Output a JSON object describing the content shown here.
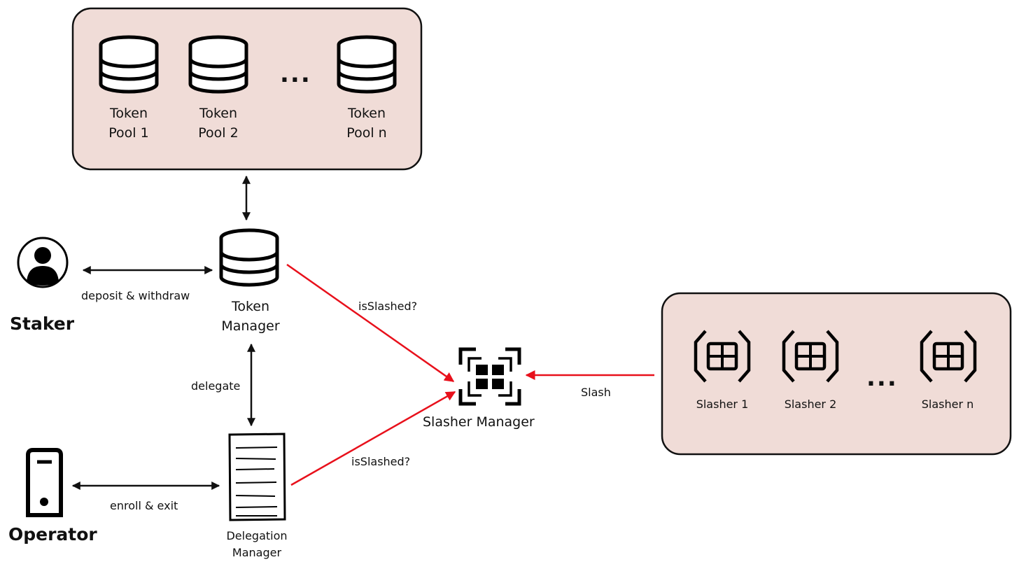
{
  "token_pools": {
    "items": [
      {
        "line1": "Token",
        "line2": "Pool 1"
      },
      {
        "line1": "Token",
        "line2": "Pool 2"
      },
      {
        "line1": "Token",
        "line2": "Pool n"
      }
    ],
    "ellipsis": "...",
    "icon": "database-icon",
    "box_color": "#f0dcd7"
  },
  "staker": {
    "label": "Staker",
    "icon": "user-icon"
  },
  "operator": {
    "label": "Operator",
    "icon": "server-icon"
  },
  "token_manager": {
    "line1": "Token",
    "line2": "Manager",
    "icon": "database-icon"
  },
  "delegation_manager": {
    "line1": "Delegation",
    "line2": "Manager",
    "icon": "document-icon"
  },
  "slasher_manager": {
    "label": "Slasher Manager",
    "icon": "grid-focus-icon"
  },
  "slashers": {
    "items": [
      {
        "label": "Slasher 1"
      },
      {
        "label": "Slasher 2"
      },
      {
        "label": "Slasher n"
      }
    ],
    "ellipsis": "...",
    "icon": "bracketed-grid-icon",
    "box_color": "#f0dcd7"
  },
  "edges": {
    "deposit_withdraw": "deposit & withdraw",
    "enroll_exit": "enroll & exit",
    "delegate": "delegate",
    "is_slashed_top": "isSlashed?",
    "is_slashed_bottom": "isSlashed?",
    "slash": "Slash"
  },
  "colors": {
    "arrow": "#111111",
    "slash_arrow": "#e8101b",
    "box_border": "#111111"
  }
}
